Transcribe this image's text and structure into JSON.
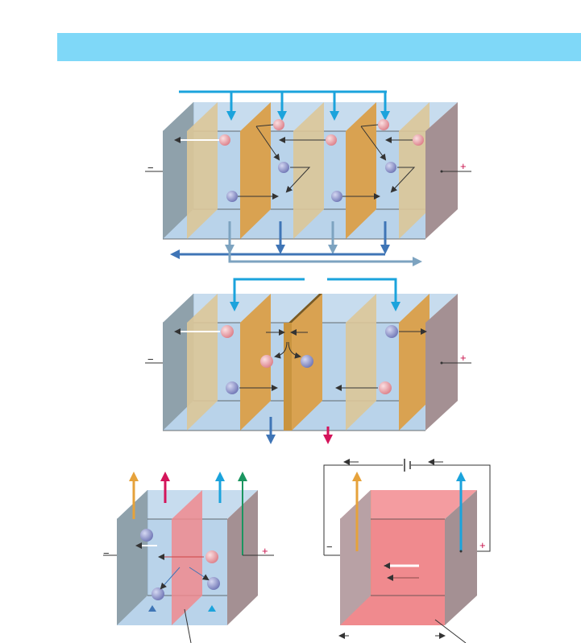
{
  "figure": {
    "banner_color": "#7fd8f8",
    "panels": [
      {
        "id": "electrodialysis-stack",
        "left_terminal_sign": "−",
        "right_terminal_sign": "+"
      },
      {
        "id": "bipolar-membrane-cell",
        "left_terminal_sign": "−",
        "right_terminal_sign": "+"
      },
      {
        "id": "two-compartment-cell",
        "left_terminal_sign": "−",
        "right_terminal_sign": "+"
      },
      {
        "id": "single-compartment-cell",
        "left_terminal_sign": "−",
        "right_terminal_sign": "+"
      }
    ],
    "colors": {
      "water": "#b9d3ea",
      "membrane_light": "#dcc698",
      "membrane_dark": "#d9a251",
      "electrode_left": "#8fa1ab",
      "electrode_right": "#a49093",
      "cation": "#e8a0a8",
      "anion": "#8f96cc",
      "feed_arrow": "#1ba3dc",
      "product_arrow": "#3f75b6",
      "pink_arrow": "#d4145a",
      "orange_arrow": "#e6a23b",
      "green_arrow": "#1a9560",
      "red_electrolyte": "#f08a8e"
    }
  }
}
